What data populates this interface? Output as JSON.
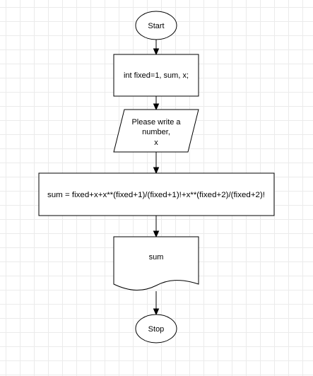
{
  "diagram": {
    "type": "flowchart",
    "nodes": [
      {
        "id": "start",
        "shape": "terminator",
        "lines": [
          "Start"
        ]
      },
      {
        "id": "declare",
        "shape": "process",
        "lines": [
          "int fixed=1, sum, x;"
        ]
      },
      {
        "id": "input",
        "shape": "data-io",
        "lines": [
          "Please write a",
          "number,",
          "x"
        ]
      },
      {
        "id": "compute",
        "shape": "process",
        "lines": [
          "sum = fixed+x+x**(fixed+1)/(fixed+1)!+x**(fixed+2)/(fixed+2)!"
        ]
      },
      {
        "id": "output",
        "shape": "document",
        "lines": [
          "sum"
        ]
      },
      {
        "id": "stop",
        "shape": "terminator",
        "lines": [
          "Stop"
        ]
      }
    ],
    "edges": [
      {
        "from": "start",
        "to": "declare"
      },
      {
        "from": "declare",
        "to": "input"
      },
      {
        "from": "input",
        "to": "compute"
      },
      {
        "from": "compute",
        "to": "output"
      },
      {
        "from": "output",
        "to": "stop"
      }
    ]
  }
}
